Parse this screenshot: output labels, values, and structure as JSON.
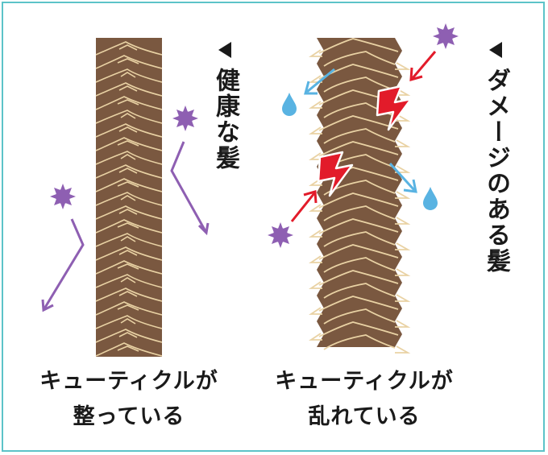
{
  "healthy": {
    "label": "健康な髪",
    "caption_line1": "キューティクルが",
    "caption_line2": "整っている"
  },
  "damaged": {
    "label": "ダメージのある髪",
    "caption_line1": "キューティクルが",
    "caption_line2": "乱れている"
  },
  "colors": {
    "frame": "#5cc3c8",
    "hair": "#7a5840",
    "cuticle_line": "#e9d2a4",
    "particle": "#8e5fb2",
    "bounce_arrow": "#8e5fb2",
    "red_arrow": "#e21b2a",
    "water": "#59b3e2"
  },
  "icons": [
    "triangle-pointer-icon",
    "particle-icon",
    "water-drop-icon",
    "lightning-icon",
    "arrow-icon"
  ]
}
